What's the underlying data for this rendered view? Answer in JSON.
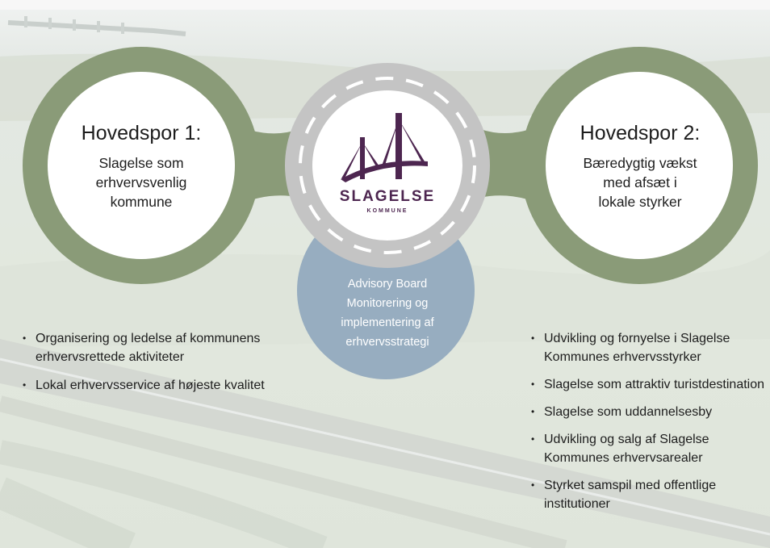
{
  "hovedspor_1": {
    "title": "Hovedspor 1:",
    "lines": [
      "Slagelse som",
      "erhvervsvenlig",
      "kommune"
    ]
  },
  "hovedspor_2": {
    "title": "Hovedspor 2:",
    "lines": [
      "Bæredygtig vækst",
      "med afsæt i",
      "lokale styrker"
    ]
  },
  "logo": {
    "name": "SLAGELSE",
    "sub": "KOMMUNE",
    "icon": "bridge-icon"
  },
  "advisory": {
    "lines": [
      "Advisory Board",
      "Monitorering og",
      "implementering af",
      "erhvervsstrategi"
    ]
  },
  "left_bullets": [
    "Organisering og ledelse af kommunens erhvervsrettede aktiviteter",
    "Lokal erhvervsservice af højeste kvalitet"
  ],
  "right_bullets": [
    "Udvikling og fornyelse i Slagelse Kommunes erhvervsstyrker",
    "Slagelse som attraktiv turistdestination",
    "Slagelse som uddannelsesby",
    "Udvikling og salg af Slagelse Kommunes erhvervsarealer",
    "Styrket samspil med offentlige institutioner"
  ],
  "colors": {
    "green": "#8a9b78",
    "gray_ring": "#c4c4c4",
    "advisory_blue": "#8fa6bc",
    "logo_purple": "#4d2650"
  }
}
